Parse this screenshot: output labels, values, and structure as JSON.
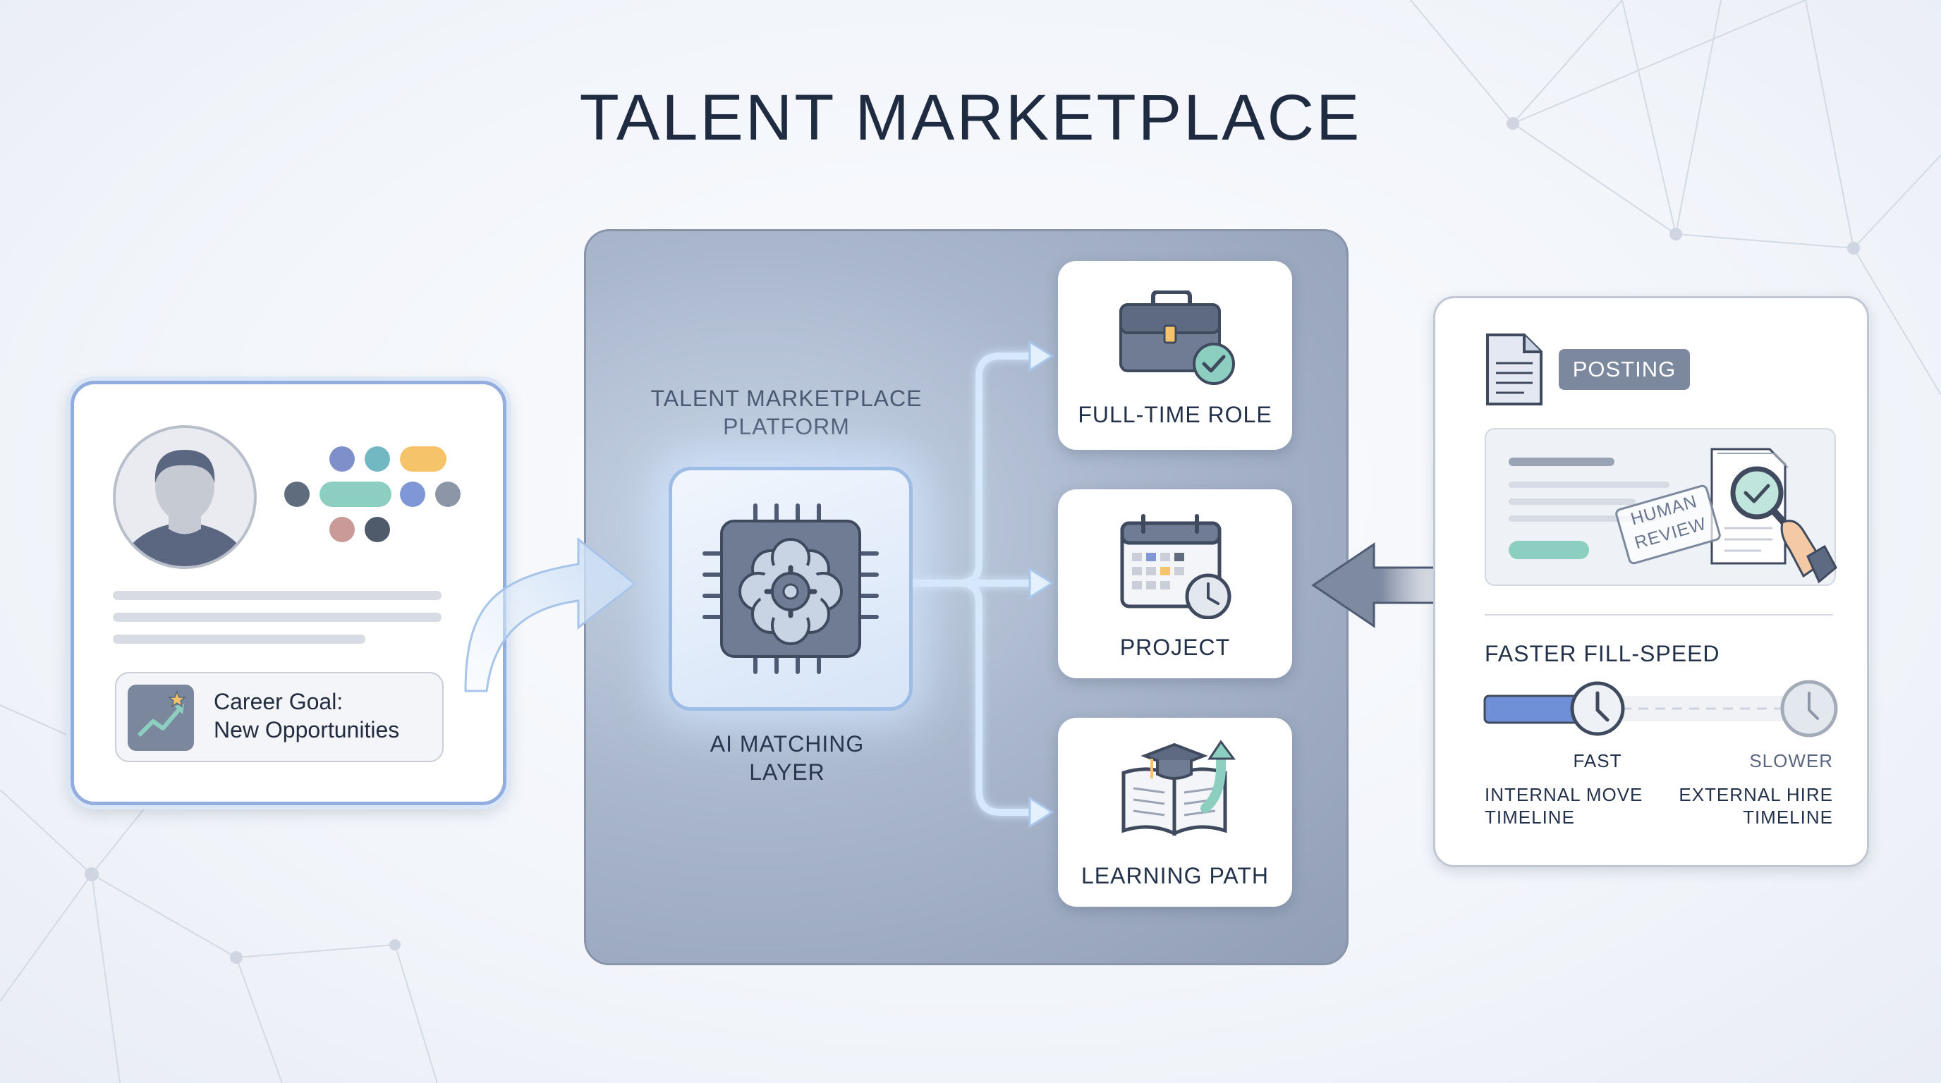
{
  "title": "TALENT MARKETPLACE",
  "profile": {
    "goal_line1": "Career Goal:",
    "goal_line2": "New Opportunities"
  },
  "platform": {
    "label_line1": "TALENT MARKETPLACE",
    "label_line2": "PLATFORM",
    "ai_line1": "AI MATCHING",
    "ai_line2": "LAYER"
  },
  "outcomes": [
    {
      "label": "FULL-TIME ROLE",
      "icon": "briefcase-check-icon"
    },
    {
      "label": "PROJECT",
      "icon": "calendar-clock-icon"
    },
    {
      "label": "LEARNING PATH",
      "icon": "book-graduation-icon"
    }
  ],
  "posting": {
    "badge": "POSTING",
    "stamp_line1": "HUMAN",
    "stamp_line2": "REVIEW",
    "speed_title": "FASTER FILL-SPEED",
    "fast_label": "FAST",
    "slow_label": "SLOWER",
    "internal_line1": "INTERNAL MOVE",
    "internal_line2": "TIMELINE",
    "external_line1": "EXTERNAL HIRE",
    "external_line2": "TIMELINE"
  },
  "colors": {
    "accent_blue": "#6f8fd6",
    "glow_blue": "#b9d7f7",
    "slate": "#7c889e",
    "teal": "#8ccfc0",
    "amber": "#f5c46a"
  }
}
